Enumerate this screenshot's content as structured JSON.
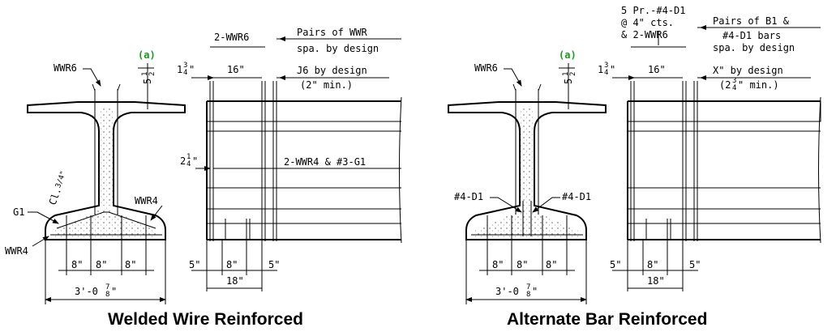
{
  "left": {
    "caption": "Welded Wire Reinforced",
    "section": {
      "note_a": "(a)",
      "top_dim": "5 1/2\"",
      "top_dim_main": "5",
      "top_dim_num": "1",
      "top_dim_den": "2",
      "top_callout": "WWR6",
      "clr_label": "Cl.",
      "clr_dim": "3/4\"",
      "g1": "G1",
      "wwr4_right": "WWR4",
      "wwr4_left": "WWR4",
      "bottom_dims": [
        "8\"",
        "8\"",
        "8\""
      ],
      "overall_main": "3'-0",
      "overall_num": "7",
      "overall_den": "8",
      "overall_tail": "\""
    },
    "elevation": {
      "top_label": "2-WWR6",
      "top_dim": "16\"",
      "cover_main": "1",
      "cover_num": "3",
      "cover_den": "4",
      "cover_tail": "\"",
      "note1_a": "Pairs of WWR",
      "note1_b": "spa. by design",
      "note2_a": "J6 by design",
      "note2_b": "(2\" min.)",
      "mid_main": "2",
      "mid_num": "1",
      "mid_den": "4",
      "mid_tail": "\"",
      "mid_note": "2-WWR4 & #3-G1",
      "bottom_dims": [
        "5\"",
        "8\"",
        "5\""
      ],
      "bottom_total": "18\""
    }
  },
  "right": {
    "caption": "Alternate Bar Reinforced",
    "section": {
      "note_a": "(a)",
      "top_dim_main": "5",
      "top_dim_num": "1",
      "top_dim_den": "2",
      "top_callout": "WWR6",
      "bar_left": "#4-D1",
      "bar_right": "#4-D1",
      "bottom_dims": [
        "8\"",
        "8\"",
        "8\""
      ],
      "overall_main": "3'-0",
      "overall_num": "7",
      "overall_den": "8",
      "overall_tail": "\""
    },
    "elevation": {
      "top_a": "5 Pr.-#4-D1",
      "top_b": "@ 4\" cts.",
      "top_c": "& 2-WWR6",
      "top_dim": "16\"",
      "cover_main": "1",
      "cover_num": "3",
      "cover_den": "4",
      "cover_tail": "\"",
      "note1_a": "Pairs of B1 &",
      "note1_b": "#4-D1 bars",
      "note1_c": "spa. by design",
      "note2_a": "X\" by design",
      "note2_b_pre": "(2",
      "note2_b_num": "3",
      "note2_b_den": "4",
      "note2_b_post": "\" min.)",
      "bottom_dims": [
        "5\"",
        "8\"",
        "5\""
      ],
      "bottom_total": "18\""
    }
  }
}
